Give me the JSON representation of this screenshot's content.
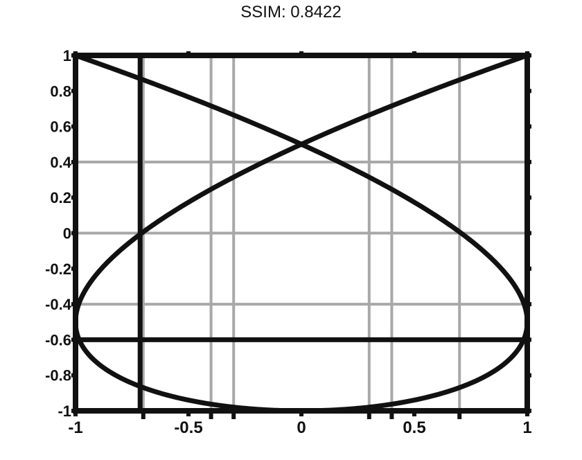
{
  "title": "SSIM: 0.8422",
  "chart_data": {
    "type": "line",
    "title": "SSIM: 0.8422",
    "xlabel": "",
    "ylabel": "",
    "xlim": [
      -1,
      1
    ],
    "ylim": [
      -1,
      1
    ],
    "grid": true,
    "x_ticks": [
      "-1",
      "-0.5",
      "0",
      "0.5",
      "1"
    ],
    "y_ticks": [
      "-1",
      "-0.8",
      "-0.6",
      "-0.4",
      "-0.2",
      "0",
      "0.2",
      "0.4",
      "0.6",
      "0.8",
      "1"
    ],
    "minor_x_ticks": [
      -0.7,
      -0.4,
      -0.3,
      0.3,
      0.4,
      0.7
    ],
    "series": [
      {
        "kind": "lissajous",
        "x_freq": 3,
        "y_freq": 2
      }
    ],
    "reference_lines": [
      {
        "orientation": "vertical",
        "x": -0.714
      },
      {
        "orientation": "horizontal",
        "y": -0.6
      }
    ],
    "colors": {
      "line": "#111111",
      "grid": "#a8a8a8",
      "axes": "#111111"
    }
  }
}
